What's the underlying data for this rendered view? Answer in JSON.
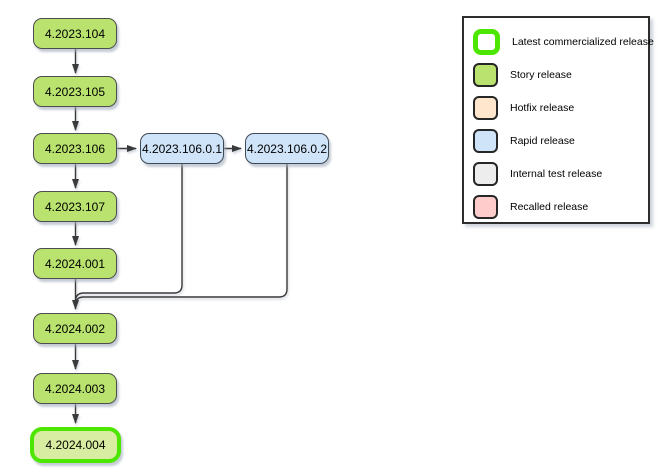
{
  "diagram": {
    "nodes": [
      {
        "label": "4.2023.104",
        "type": "story"
      },
      {
        "label": "4.2023.105",
        "type": "story"
      },
      {
        "label": "4.2023.106",
        "type": "story"
      },
      {
        "label": "4.2023.106.0.1",
        "type": "rapid"
      },
      {
        "label": "4.2023.106.0.2",
        "type": "rapid"
      },
      {
        "label": "4.2023.107",
        "type": "story"
      },
      {
        "label": "4.2024.001",
        "type": "story"
      },
      {
        "label": "4.2024.002",
        "type": "story"
      },
      {
        "label": "4.2024.003",
        "type": "story"
      },
      {
        "label": "4.2024.004",
        "type": "story",
        "highlight": "latest_commercialized"
      }
    ],
    "edges": [
      {
        "from": "4.2023.104",
        "to": "4.2023.105"
      },
      {
        "from": "4.2023.105",
        "to": "4.2023.106"
      },
      {
        "from": "4.2023.106",
        "to": "4.2023.107"
      },
      {
        "from": "4.2023.107",
        "to": "4.2024.001"
      },
      {
        "from": "4.2024.001",
        "to": "4.2024.002"
      },
      {
        "from": "4.2024.002",
        "to": "4.2024.003"
      },
      {
        "from": "4.2024.003",
        "to": "4.2024.004"
      },
      {
        "from": "4.2023.106",
        "to": "4.2023.106.0.1"
      },
      {
        "from": "4.2023.106.0.1",
        "to": "4.2023.106.0.2"
      },
      {
        "from": "4.2023.106.0.1",
        "to": "4.2024.002"
      },
      {
        "from": "4.2023.106.0.2",
        "to": "4.2024.002"
      }
    ]
  },
  "legend": {
    "items": [
      {
        "label": "Latest commercialized release",
        "kind": "latest"
      },
      {
        "label": "Story release",
        "kind": "story"
      },
      {
        "label": "Hotfix release",
        "kind": "hotfix"
      },
      {
        "label": "Rapid release",
        "kind": "rapid"
      },
      {
        "label": "Internal test release",
        "kind": "internal_test"
      },
      {
        "label": "Recalled release",
        "kind": "recalled"
      }
    ]
  },
  "colors": {
    "story_fill": "#b9e26e",
    "story_border": "#4d4d4d",
    "rapid_fill": "#cfe4f9",
    "rapid_border": "#3e4956",
    "hotfix_fill": "#ffe6cc",
    "internal_test_fill": "#ededed",
    "recalled_fill": "#ffcccc",
    "latest_swatch_fill": "#ffffff",
    "latest_border": "#4de600",
    "highlight_node_fill": "#d8eda1",
    "swatch_border": "#262626",
    "edge": "#3a3a3a"
  }
}
